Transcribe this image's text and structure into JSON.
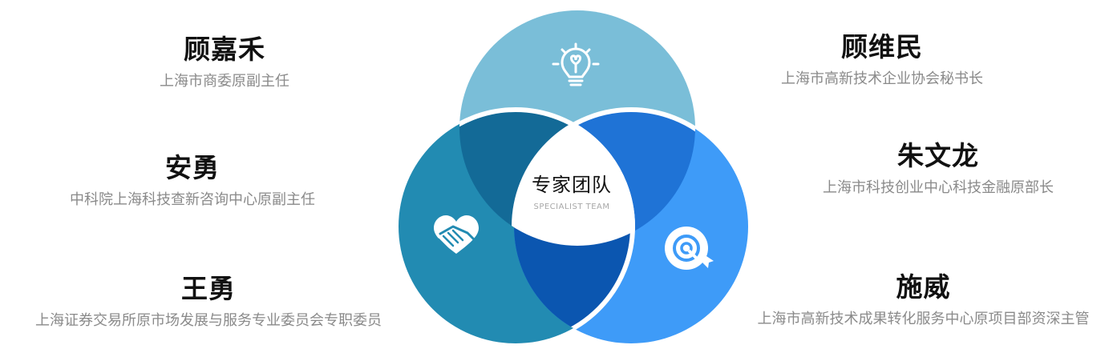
{
  "diagram": {
    "type": "venn",
    "center": {
      "title": "专家团队",
      "subtitle": "SPECIALIST TEAM"
    },
    "circles": [
      {
        "id": "top",
        "icon": "lightbulb-icon",
        "color": "#7ABED8"
      },
      {
        "id": "left",
        "icon": "heart-handshake-icon",
        "color": "#228BB2"
      },
      {
        "id": "right",
        "icon": "target-icon",
        "color": "#3E9BF8"
      }
    ],
    "intersections": {
      "top_left": "#136A97",
      "top_right": "#1F73D6",
      "left_right": "#0B56B0",
      "all": "#FFFFFF"
    }
  },
  "experts": [
    {
      "name": "顾嘉禾",
      "title": "上海市商委原副主任"
    },
    {
      "name": "安勇",
      "title": "中科院上海科技查新咨询中心原副主任"
    },
    {
      "name": "王勇",
      "title": "上海证券交易所原市场发展与服务专业委员会专职委员"
    },
    {
      "name": "顾维民",
      "title": "上海市高新技术企业协会秘书长"
    },
    {
      "name": "朱文龙",
      "title": "上海市科技创业中心科技金融原部长"
    },
    {
      "name": "施威",
      "title": "上海市高新技术成果转化服务中心原项目部资深主管"
    }
  ]
}
